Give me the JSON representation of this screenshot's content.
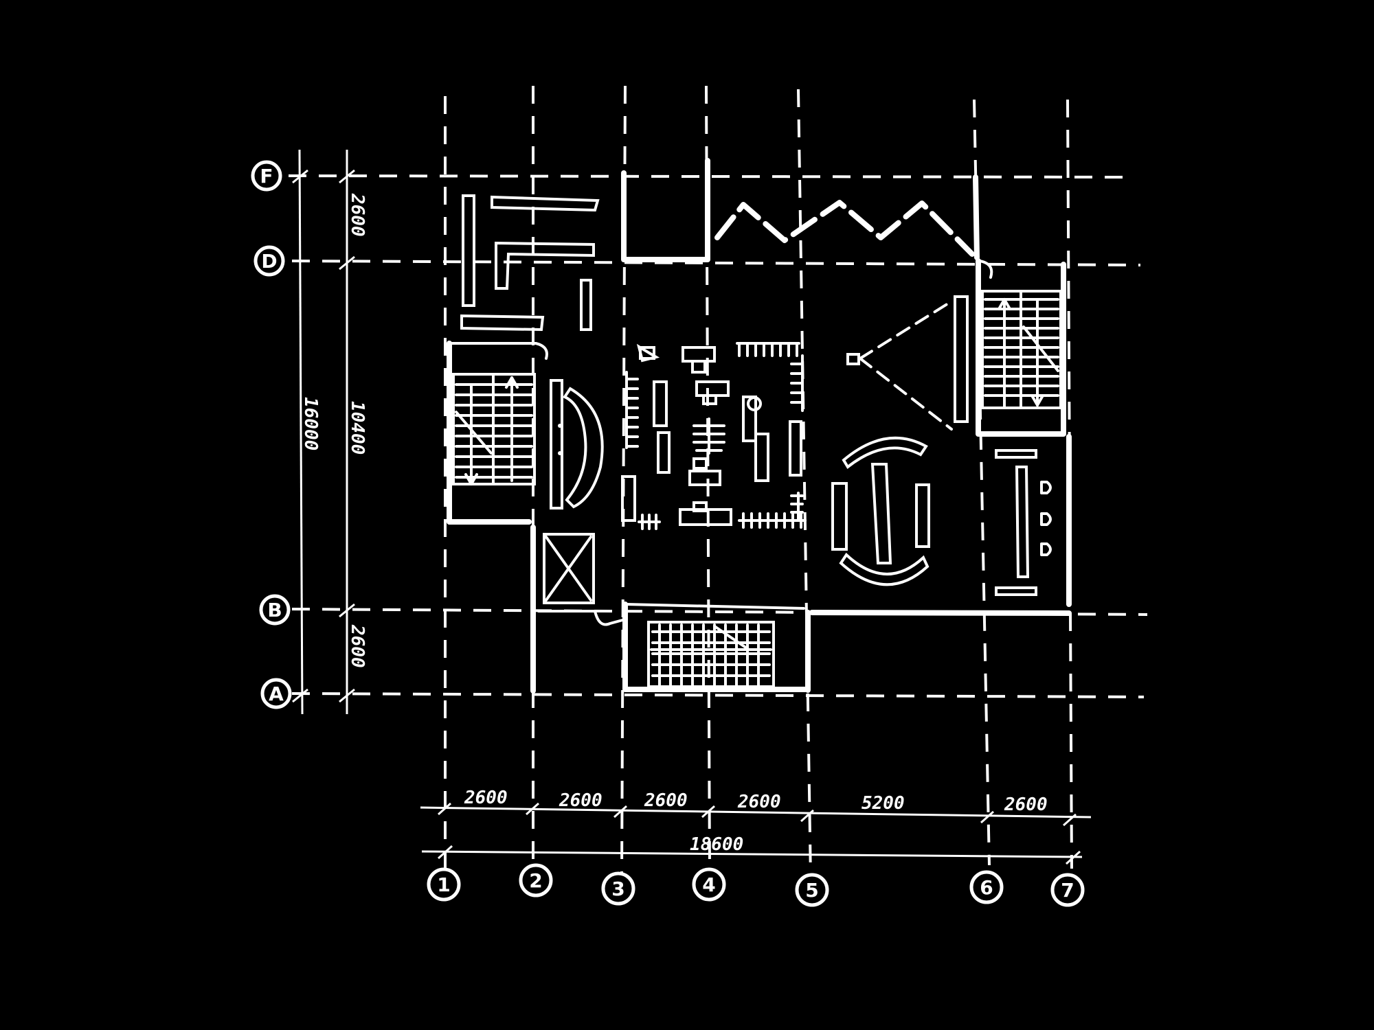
{
  "column_axes": [
    "1",
    "2",
    "3",
    "4",
    "5",
    "6",
    "7"
  ],
  "row_axes": [
    "F",
    "D",
    "B",
    "A"
  ],
  "column_dimensions": [
    "2600",
    "2600",
    "2600",
    "2600",
    "5200",
    "2600"
  ],
  "column_total": "18600",
  "row_dimensions": [
    "2600",
    "10400",
    "2600"
  ],
  "row_total": "16000",
  "colors": {
    "background": "#000000",
    "ink": "#ffffff"
  }
}
